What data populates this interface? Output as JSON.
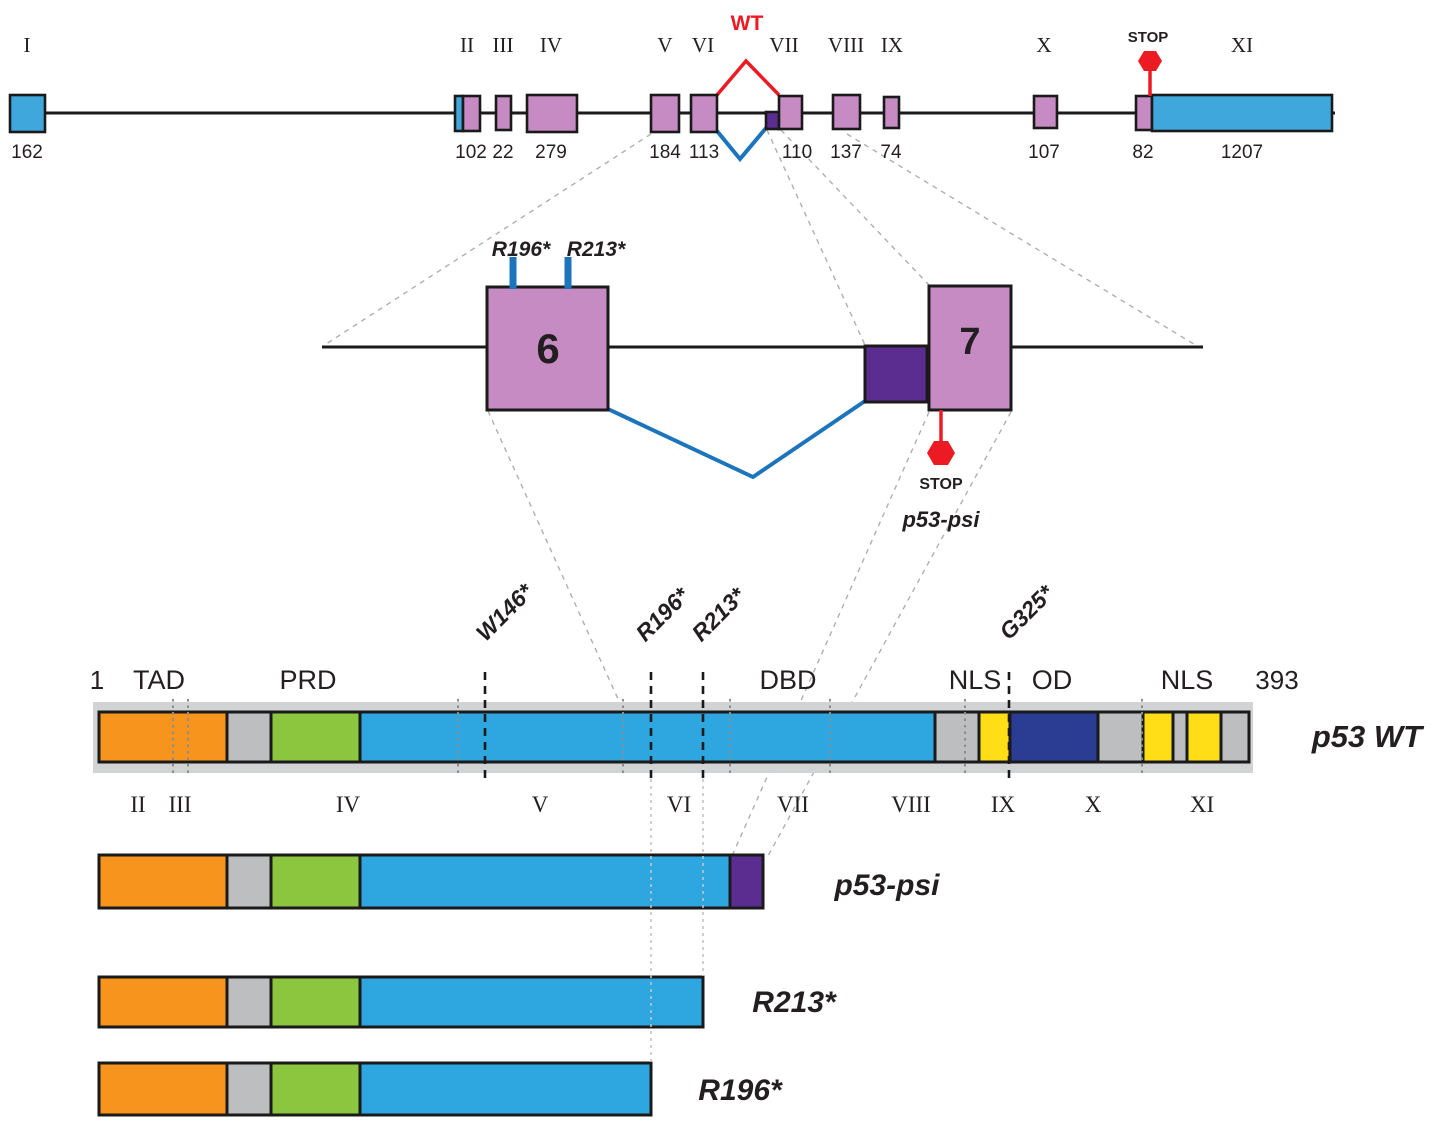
{
  "figure": {
    "description": "p53 gene exon-intron structure with wild-type and p53-psi alternative splicing, zoom of exons 6-7 intron retention, and resulting protein isoforms"
  },
  "colors": {
    "exon_utr_blue": "#3FA7DC",
    "exon_coding_pink": "#C68BC2",
    "retained_intron_purple": "#5C2D91",
    "wt_splice_red": "#EC1B23",
    "psi_splice_blue": "#1C75BC",
    "domain_tad_orange": "#F7941E",
    "domain_prd_green": "#8CC63F",
    "domain_dbd_blue": "#2EA7E0",
    "domain_od_navy": "#2B3C93",
    "domain_nls_yellow": "#FFDE17",
    "linker_gray": "#BCBEC0",
    "band_gray": "#D2D3D5",
    "outline_black": "#1A1A1A",
    "mutation_red": "#EC1B23",
    "mutation_blue": "#1C75BC"
  },
  "gene_track": {
    "wt_label": "WT",
    "stop_label": "STOP",
    "numerals": [
      "I",
      "II",
      "III",
      "IV",
      "V",
      "VI",
      "VII",
      "VIII",
      "IX",
      "X",
      "XI"
    ],
    "sizes": [
      "162",
      "102",
      "22",
      "279",
      "184",
      "113",
      "110",
      "137",
      "74",
      "107",
      "82",
      "1207"
    ]
  },
  "zoom_track": {
    "exon6_label": "6",
    "exon7_label": "7",
    "mutations": [
      {
        "label": "R196*",
        "color": "#1C75BC"
      },
      {
        "label": "R213*",
        "color": "#1C75BC"
      }
    ],
    "stop_label": "STOP",
    "isoform_label": "p53-psi"
  },
  "protein_track": {
    "start_position": "1",
    "end_position": "393",
    "name": "p53 WT",
    "name_color": "#EC1B23",
    "domains": [
      "TAD",
      "PRD",
      "DBD",
      "NLS",
      "OD",
      "NLS"
    ],
    "numerals": [
      "II",
      "III",
      "IV",
      "V",
      "VI",
      "VII",
      "VIII",
      "IX",
      "X",
      "XI"
    ],
    "mutations": [
      {
        "label": "W146*",
        "color": "#EC1B23"
      },
      {
        "label": "R196*",
        "color": "#1C75BC"
      },
      {
        "label": "R213*",
        "color": "#1C75BC"
      },
      {
        "label": "G325*",
        "color": "#EC1B23"
      }
    ]
  },
  "isoforms": [
    {
      "name": "p53-psi",
      "color": "#1C75BC"
    },
    {
      "name": "R213*",
      "color": "#1C75BC"
    },
    {
      "name": "R196*",
      "color": "#1C75BC"
    }
  ]
}
